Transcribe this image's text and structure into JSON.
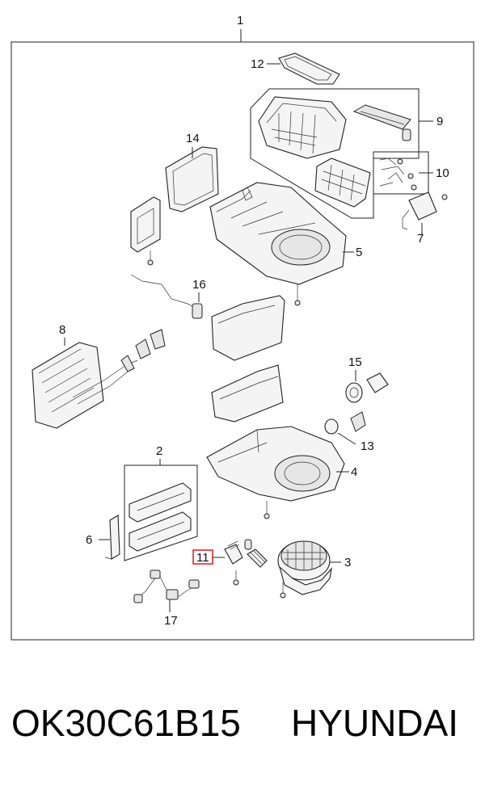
{
  "callouts": {
    "c1": "1",
    "c2": "2",
    "c3": "3",
    "c4": "4",
    "c5": "5",
    "c6": "6",
    "c7": "7",
    "c8": "8",
    "c9": "9",
    "c10": "10",
    "c11": "11",
    "c12": "12",
    "c13": "13",
    "c14": "14",
    "c15": "15",
    "c16": "16",
    "c17": "17"
  },
  "highlight": {
    "callout": "11",
    "color": "#e0262b"
  },
  "caption": {
    "part_number": "OK30C61B15",
    "brand": "HYUNDAI"
  }
}
